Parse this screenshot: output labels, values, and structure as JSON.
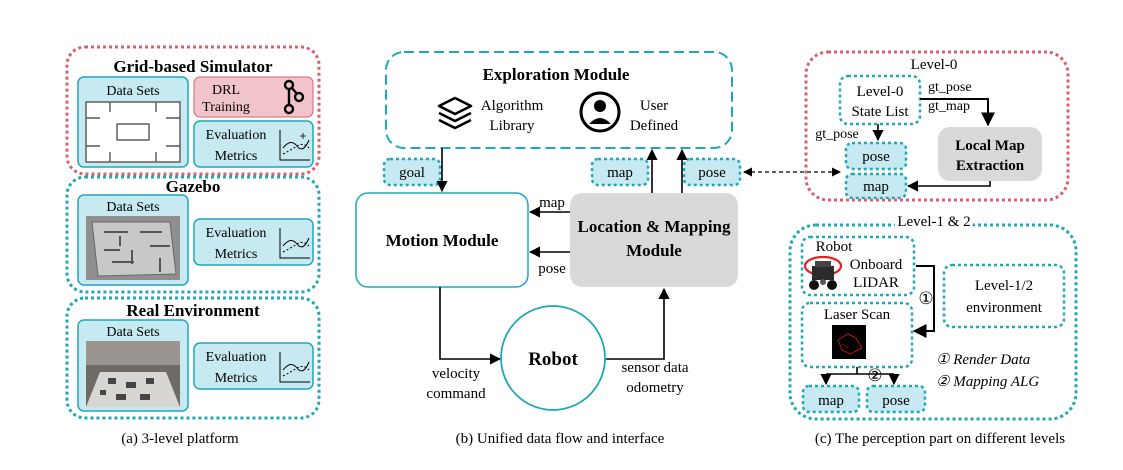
{
  "colors": {
    "teal": "#1fa8b8",
    "red": "#d9606e",
    "light_blue": "#c6e9f2",
    "light_red": "#f1c4c9",
    "gray": "#d9d9d9"
  },
  "panel_a": {
    "caption": "(a) 3-level platform",
    "grid_sim": {
      "title": "Grid-based Simulator",
      "datasets": "Data Sets",
      "drl_line1": "DRL",
      "drl_line2": "Training",
      "eval_line1": "Evaluation",
      "eval_line2": "Metrics"
    },
    "gazebo": {
      "title": "Gazebo",
      "datasets": "Data Sets",
      "eval_line1": "Evaluation",
      "eval_line2": "Metrics"
    },
    "real": {
      "title": "Real Environment",
      "datasets": "Data Sets",
      "eval_line1": "Evaluation",
      "eval_line2": "Metrics"
    }
  },
  "panel_b": {
    "caption": "(b) Unified data flow and interface",
    "exploration": {
      "title": "Exploration Module",
      "algo_line1": "Algorithm",
      "algo_line2": "Library",
      "user_line1": "User",
      "user_line2": "Defined"
    },
    "goal": "goal",
    "map_tag": "map",
    "pose_tag": "pose",
    "motion": "Motion Module",
    "loc_line1": "Location & Mapping",
    "loc_line2": "Module",
    "arrow_map": "map",
    "arrow_pose": "pose",
    "robot": "Robot",
    "velocity_line1": "velocity",
    "velocity_line2": "command",
    "sensor_line1": "sensor data",
    "sensor_line2": "odometry"
  },
  "panel_c": {
    "caption": "(c) The perception part on different levels",
    "level0": {
      "title": "Level-0",
      "state_line1": "Level-0",
      "state_line2": "State List",
      "gt_pose_top": "gt_pose",
      "gt_map": "gt_map",
      "gt_pose_left": "gt_pose",
      "pose": "pose",
      "map": "map",
      "lme_line1": "Local Map",
      "lme_line2": "Extraction"
    },
    "level12": {
      "title": "Level-1 & 2",
      "robot": "Robot",
      "onboard_line1": "Onboard",
      "onboard_line2": "LIDAR",
      "env_line1": "Level-1/2",
      "env_line2": "environment",
      "laser": "Laser Scan",
      "num1": "①",
      "num2": "②",
      "map": "map",
      "pose": "pose",
      "legend1": "① Render Data",
      "legend2": "② Mapping ALG"
    }
  }
}
